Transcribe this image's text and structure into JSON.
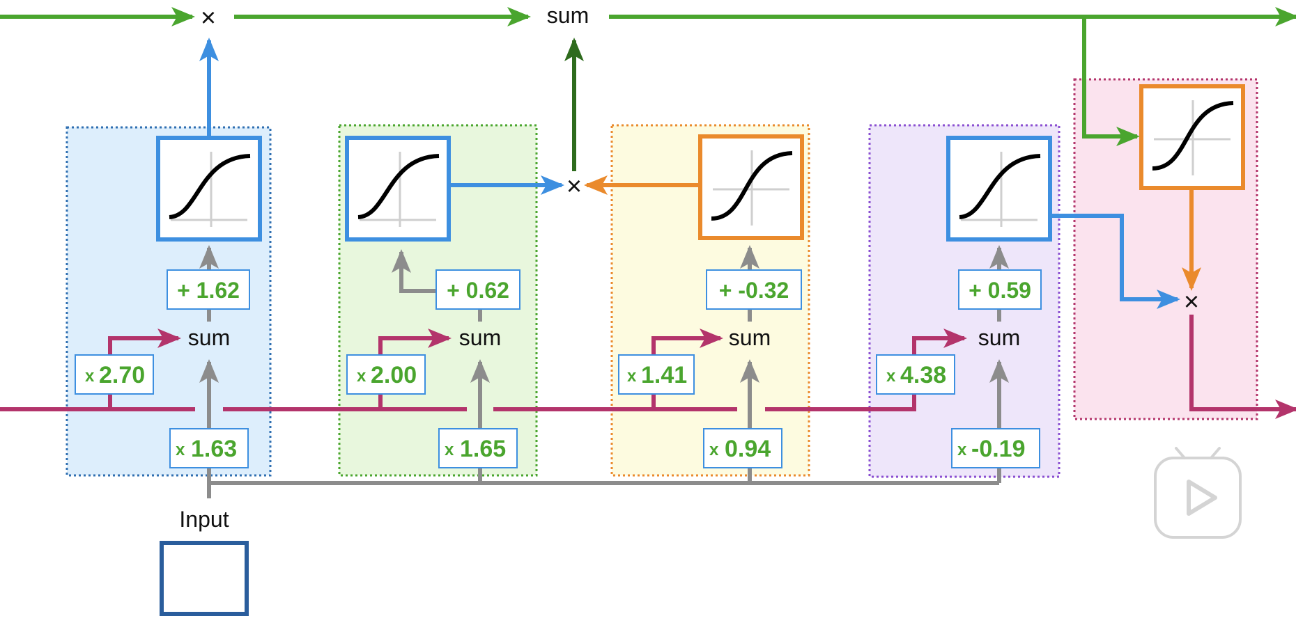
{
  "labels": {
    "sum": "sum",
    "multiply": "×",
    "input": "Input",
    "weight_prefix": "x"
  },
  "blocks": [
    {
      "id": "block-1",
      "color": "blue",
      "input_weight": "1.63",
      "short_weight": "2.70",
      "bias": "+ 1.62"
    },
    {
      "id": "block-2",
      "color": "green",
      "input_weight": "1.65",
      "short_weight": "2.00",
      "bias": "+ 0.62"
    },
    {
      "id": "block-3",
      "color": "yellow",
      "input_weight": "0.94",
      "short_weight": "1.41",
      "bias": "+ -0.32"
    },
    {
      "id": "block-4",
      "color": "purple",
      "input_weight": "-0.19",
      "short_weight": "4.38",
      "bias": "+ 0.59"
    }
  ],
  "colors": {
    "long_term_memory": "#4aa52e",
    "short_term_memory": "#b3346b",
    "input_path": "#8c8c8c",
    "sigmoid_blue": "#3d8fe0",
    "tanh_orange": "#ea8a2c",
    "sum_output_arrow": "#2e6b1d",
    "block_blue_fill": "#ddeefc",
    "block_green_fill": "#e8f7dd",
    "block_yellow_fill": "#fdfbe0",
    "block_purple_fill": "#eee6fa",
    "block_pink_fill": "#fbe3ee",
    "input_box_border": "#2a5d9c"
  },
  "icons": [
    "sigmoid-curve-icon",
    "tanh-curve-icon",
    "play-button-icon"
  ]
}
